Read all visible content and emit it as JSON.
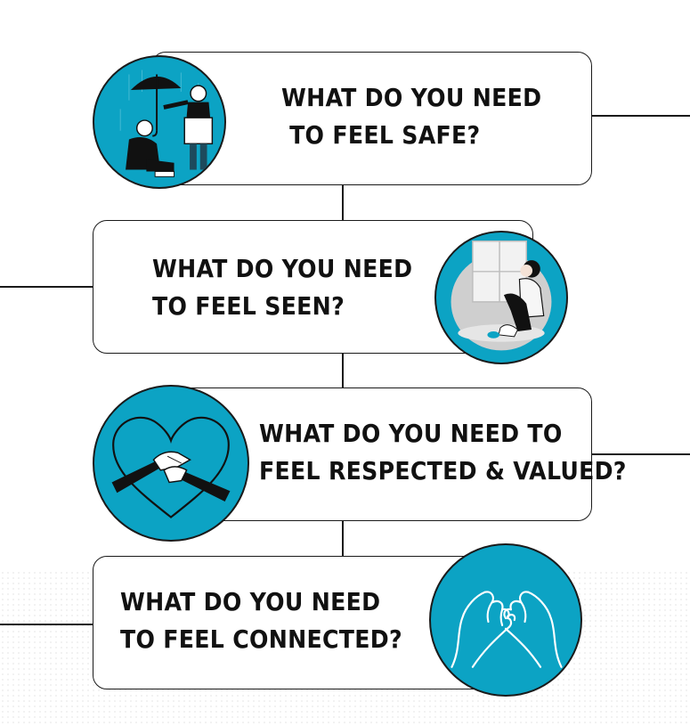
{
  "colors": {
    "accent": "#0ca3c4",
    "ink": "#1a1a1a",
    "card": "#ffffff"
  },
  "items": [
    {
      "line1": "WHAT DO YOU NEED",
      "line2": " TO FEEL SAFE?",
      "icon": "umbrella-help-icon"
    },
    {
      "line1": "WHAT DO YOU NEED",
      "line2": "TO FEEL SEEN?",
      "icon": "sitting-by-window-icon"
    },
    {
      "line1": "WHAT DO YOU NEED TO",
      "line2": "FEEL RESPECTED & VALUED?",
      "icon": "heart-hands-icon"
    },
    {
      "line1": "WHAT DO YOU NEED",
      "line2": "TO FEEL CONNECTED?",
      "icon": "pinky-promise-icon"
    }
  ]
}
